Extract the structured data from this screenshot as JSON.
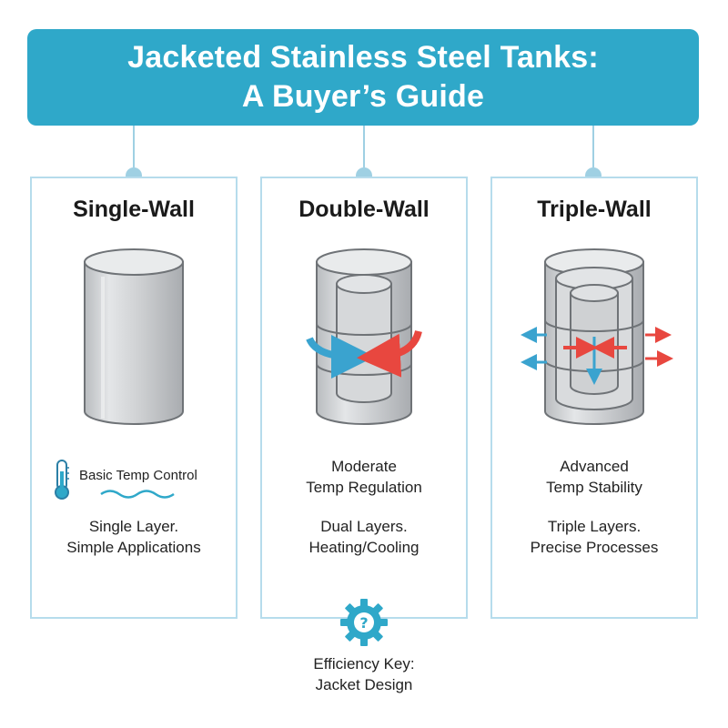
{
  "title": {
    "line1": "Jacketed Stainless Steel Tanks:",
    "line2": "A Buyer’s Guide"
  },
  "cards": [
    {
      "name": "Single-Wall",
      "feature": "Basic Temp Control",
      "desc_line1": "Single Layer.",
      "desc_line2": "Simple Applications"
    },
    {
      "name": "Double-Wall",
      "feature_line1": "Moderate",
      "feature_line2": "Temp Regulation",
      "desc_line1": "Dual Layers.",
      "desc_line2": "Heating/Cooling"
    },
    {
      "name": "Triple-Wall",
      "feature_line1": "Advanced",
      "feature_line2": "Temp Stability",
      "desc_line1": "Triple Layers.",
      "desc_line2": "Precise Processes"
    }
  ],
  "key": {
    "line1": "Efficiency Key:",
    "line2": "Jacket Design"
  },
  "colors": {
    "banner": "#2fa8c9",
    "card_border": "#b6dcec",
    "cold_arrow": "#3aa3cf",
    "hot_arrow": "#e8473f",
    "steel": "#d4d6d8"
  },
  "icons": [
    "thermometer-icon",
    "wave-icon",
    "gear-question-icon"
  ]
}
